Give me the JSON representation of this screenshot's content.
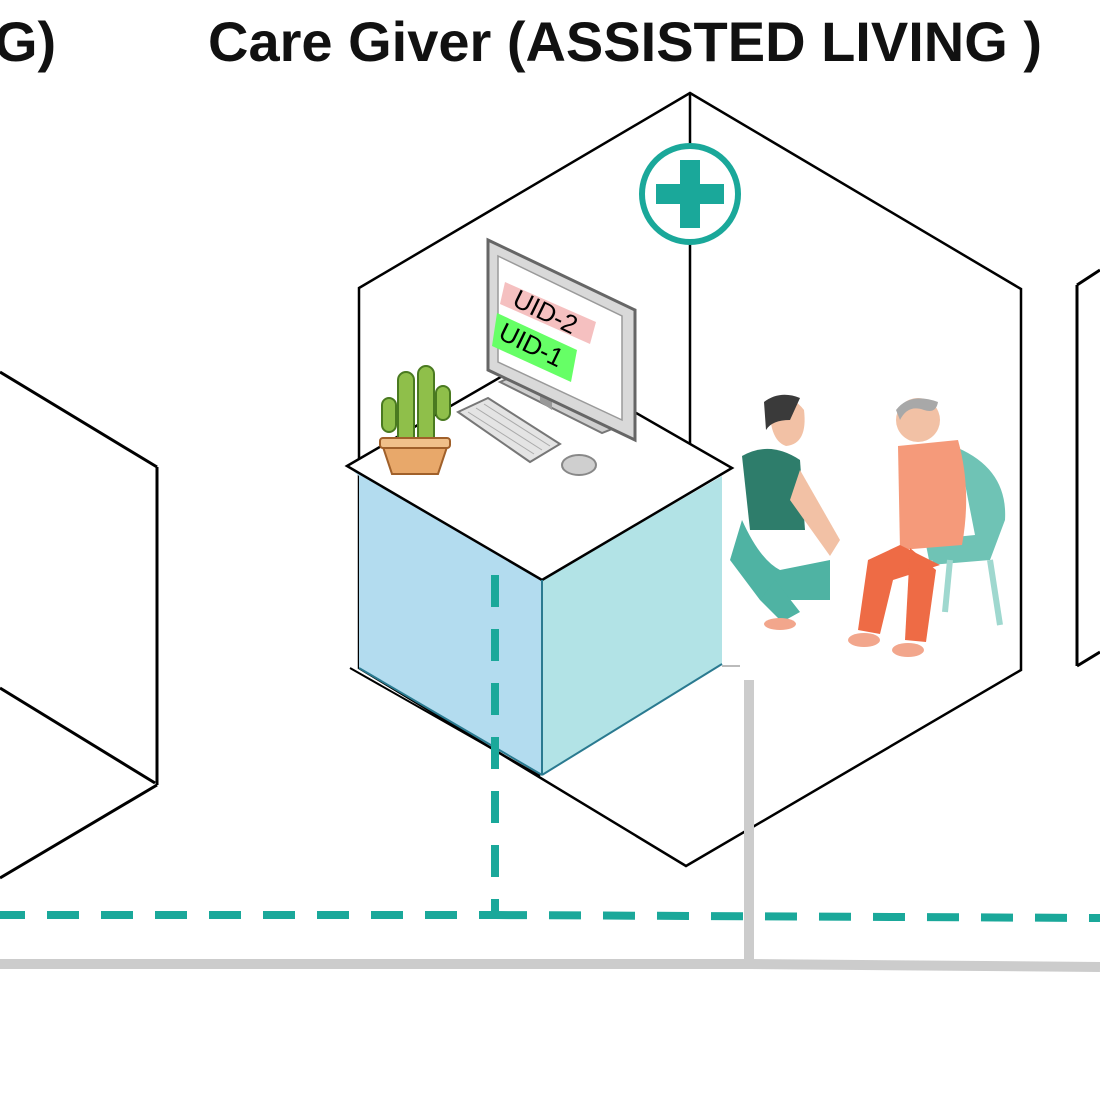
{
  "title": "Care Giver (ASSISTED LIVING )",
  "left_title_fragment": "G)",
  "monitor": {
    "uid_top": "UID-2",
    "uid_bottom": "UID-1"
  },
  "colors": {
    "network_dashed": "#1aa89a",
    "network_solid": "#cccccc",
    "desk_left_face": "#b3dcef",
    "desk_right_face": "#b2e3e6",
    "uid_top_highlight": "#f5c0c0",
    "uid_bottom_highlight": "#66ff66",
    "medical_icon": "#1aa89a",
    "outline": "#000000"
  },
  "icons": [
    "medical-cross-icon",
    "cactus-plant-icon",
    "computer-monitor-icon",
    "keyboard-icon",
    "mouse-icon",
    "caregiver-with-resident-icon"
  ]
}
